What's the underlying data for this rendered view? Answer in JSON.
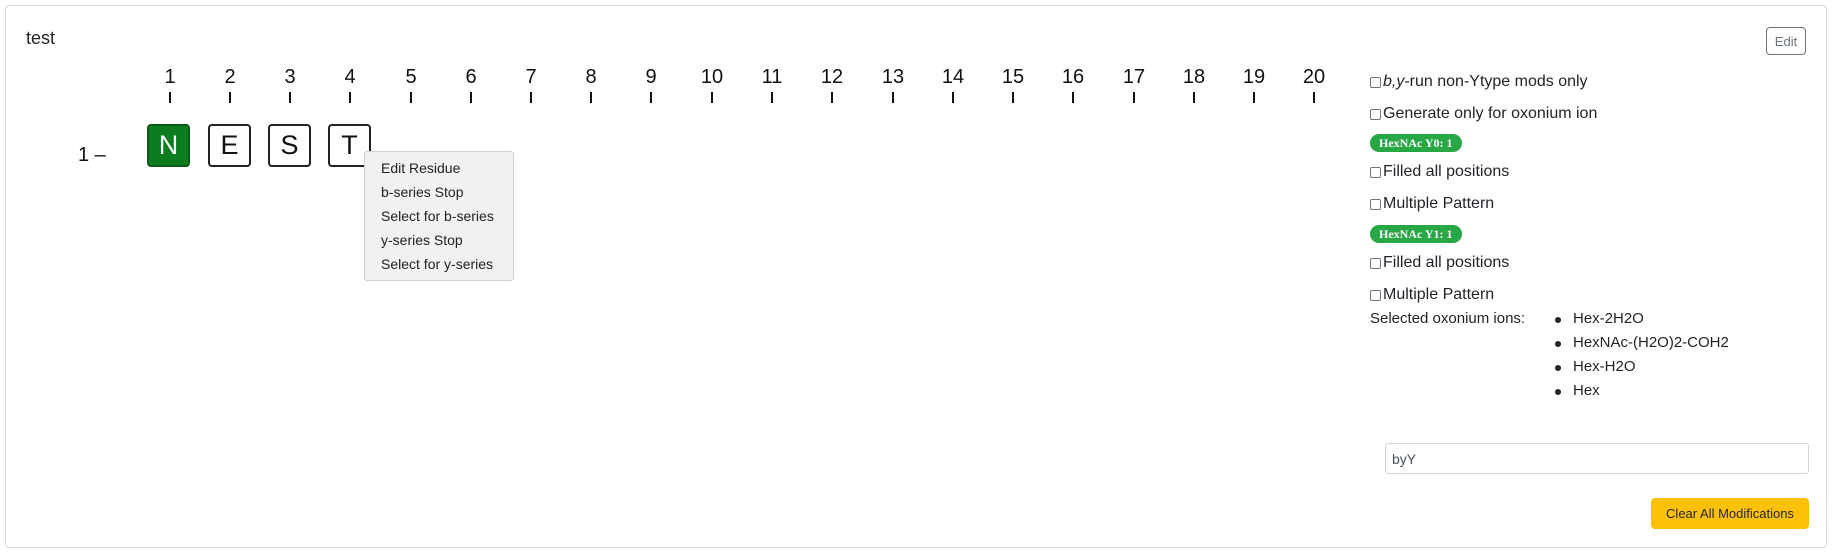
{
  "card": {
    "title": "test",
    "edit_label": "Edit"
  },
  "positions": [
    "1",
    "2",
    "3",
    "4",
    "5",
    "6",
    "7",
    "8",
    "9",
    "10",
    "11",
    "12",
    "13",
    "14",
    "15",
    "16",
    "17",
    "18",
    "19",
    "20"
  ],
  "row": {
    "label": "1 –"
  },
  "residues": [
    {
      "letter": "N",
      "modified": true
    },
    {
      "letter": "E",
      "modified": false
    },
    {
      "letter": "S",
      "modified": false
    },
    {
      "letter": "T",
      "modified": false
    }
  ],
  "context_menu": {
    "items": [
      "Edit Residue",
      "b-series Stop",
      "Select for b-series",
      "y-series Stop",
      "Select for y-series"
    ]
  },
  "options": {
    "by_run_prefix": "b,y",
    "by_run_suffix": "-run non-Ytype mods only",
    "oxonium_only": "Generate only for oxonium ion",
    "badge_y0": "HexNAc Y0: 1",
    "filled_all_1": "Filled all positions",
    "multiple_pattern_1": "Multiple Pattern",
    "badge_y1": "HexNAc Y1: 1",
    "filled_all_2": "Filled all positions",
    "multiple_pattern_2": "Multiple Pattern"
  },
  "oxonium": {
    "label": "Selected oxonium ions:",
    "ions": [
      "Hex-2H2O",
      "HexNAc-(H2O)2-COH2",
      "Hex-H2O",
      "Hex"
    ]
  },
  "input": {
    "value": "byY"
  },
  "clear_label": "Clear All Modifications",
  "colors": {
    "modified_residue": "#0b7d1f",
    "badge": "#28a745",
    "clear_button": "#ffc107"
  }
}
